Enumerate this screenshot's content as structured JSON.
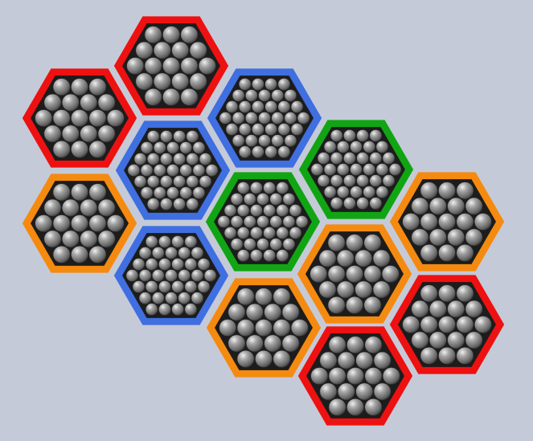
{
  "background": "#c5cad8",
  "colors": {
    "red": "#ee1111",
    "orange": "#f58a10",
    "blue": "#3f6fe0",
    "green": "#11a514",
    "cell_fill": "#1c1c1c",
    "sphere_light": "#d9d9d9",
    "sphere_mid": "#8a8a8a",
    "sphere_dark": "#3b3b3b"
  },
  "hexagons": [
    {
      "id": "hex-red-top",
      "color": "red",
      "ball_size": "large"
    },
    {
      "id": "hex-red-left",
      "color": "red",
      "ball_size": "large"
    },
    {
      "id": "hex-blue-top",
      "color": "blue",
      "ball_size": "small"
    },
    {
      "id": "hex-blue-mid",
      "color": "blue",
      "ball_size": "small"
    },
    {
      "id": "hex-orange-left",
      "color": "orange",
      "ball_size": "large"
    },
    {
      "id": "hex-green-right",
      "color": "green",
      "ball_size": "small"
    },
    {
      "id": "hex-green-center",
      "color": "green",
      "ball_size": "small"
    },
    {
      "id": "hex-blue-bottom",
      "color": "blue",
      "ball_size": "small"
    },
    {
      "id": "hex-orange-right",
      "color": "orange",
      "ball_size": "large"
    },
    {
      "id": "hex-orange-center",
      "color": "orange",
      "ball_size": "large"
    },
    {
      "id": "hex-orange-bottom",
      "color": "orange",
      "ball_size": "large"
    },
    {
      "id": "hex-red-right",
      "color": "red",
      "ball_size": "large"
    },
    {
      "id": "hex-red-bottom",
      "color": "red",
      "ball_size": "large"
    }
  ]
}
